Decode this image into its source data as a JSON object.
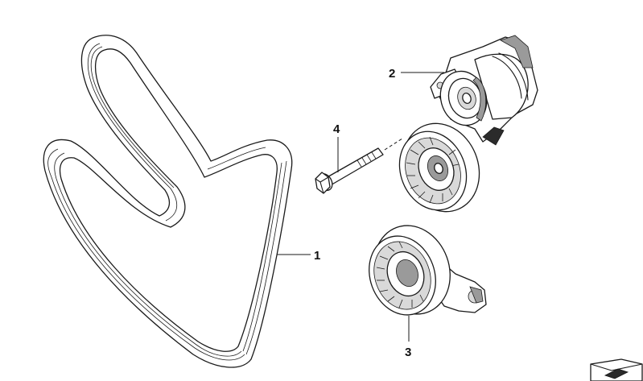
{
  "callouts": {
    "belt": "1",
    "tensioner": "2",
    "idler": "3",
    "bolt": "4"
  },
  "icons": {
    "corner": "part-block-icon"
  }
}
